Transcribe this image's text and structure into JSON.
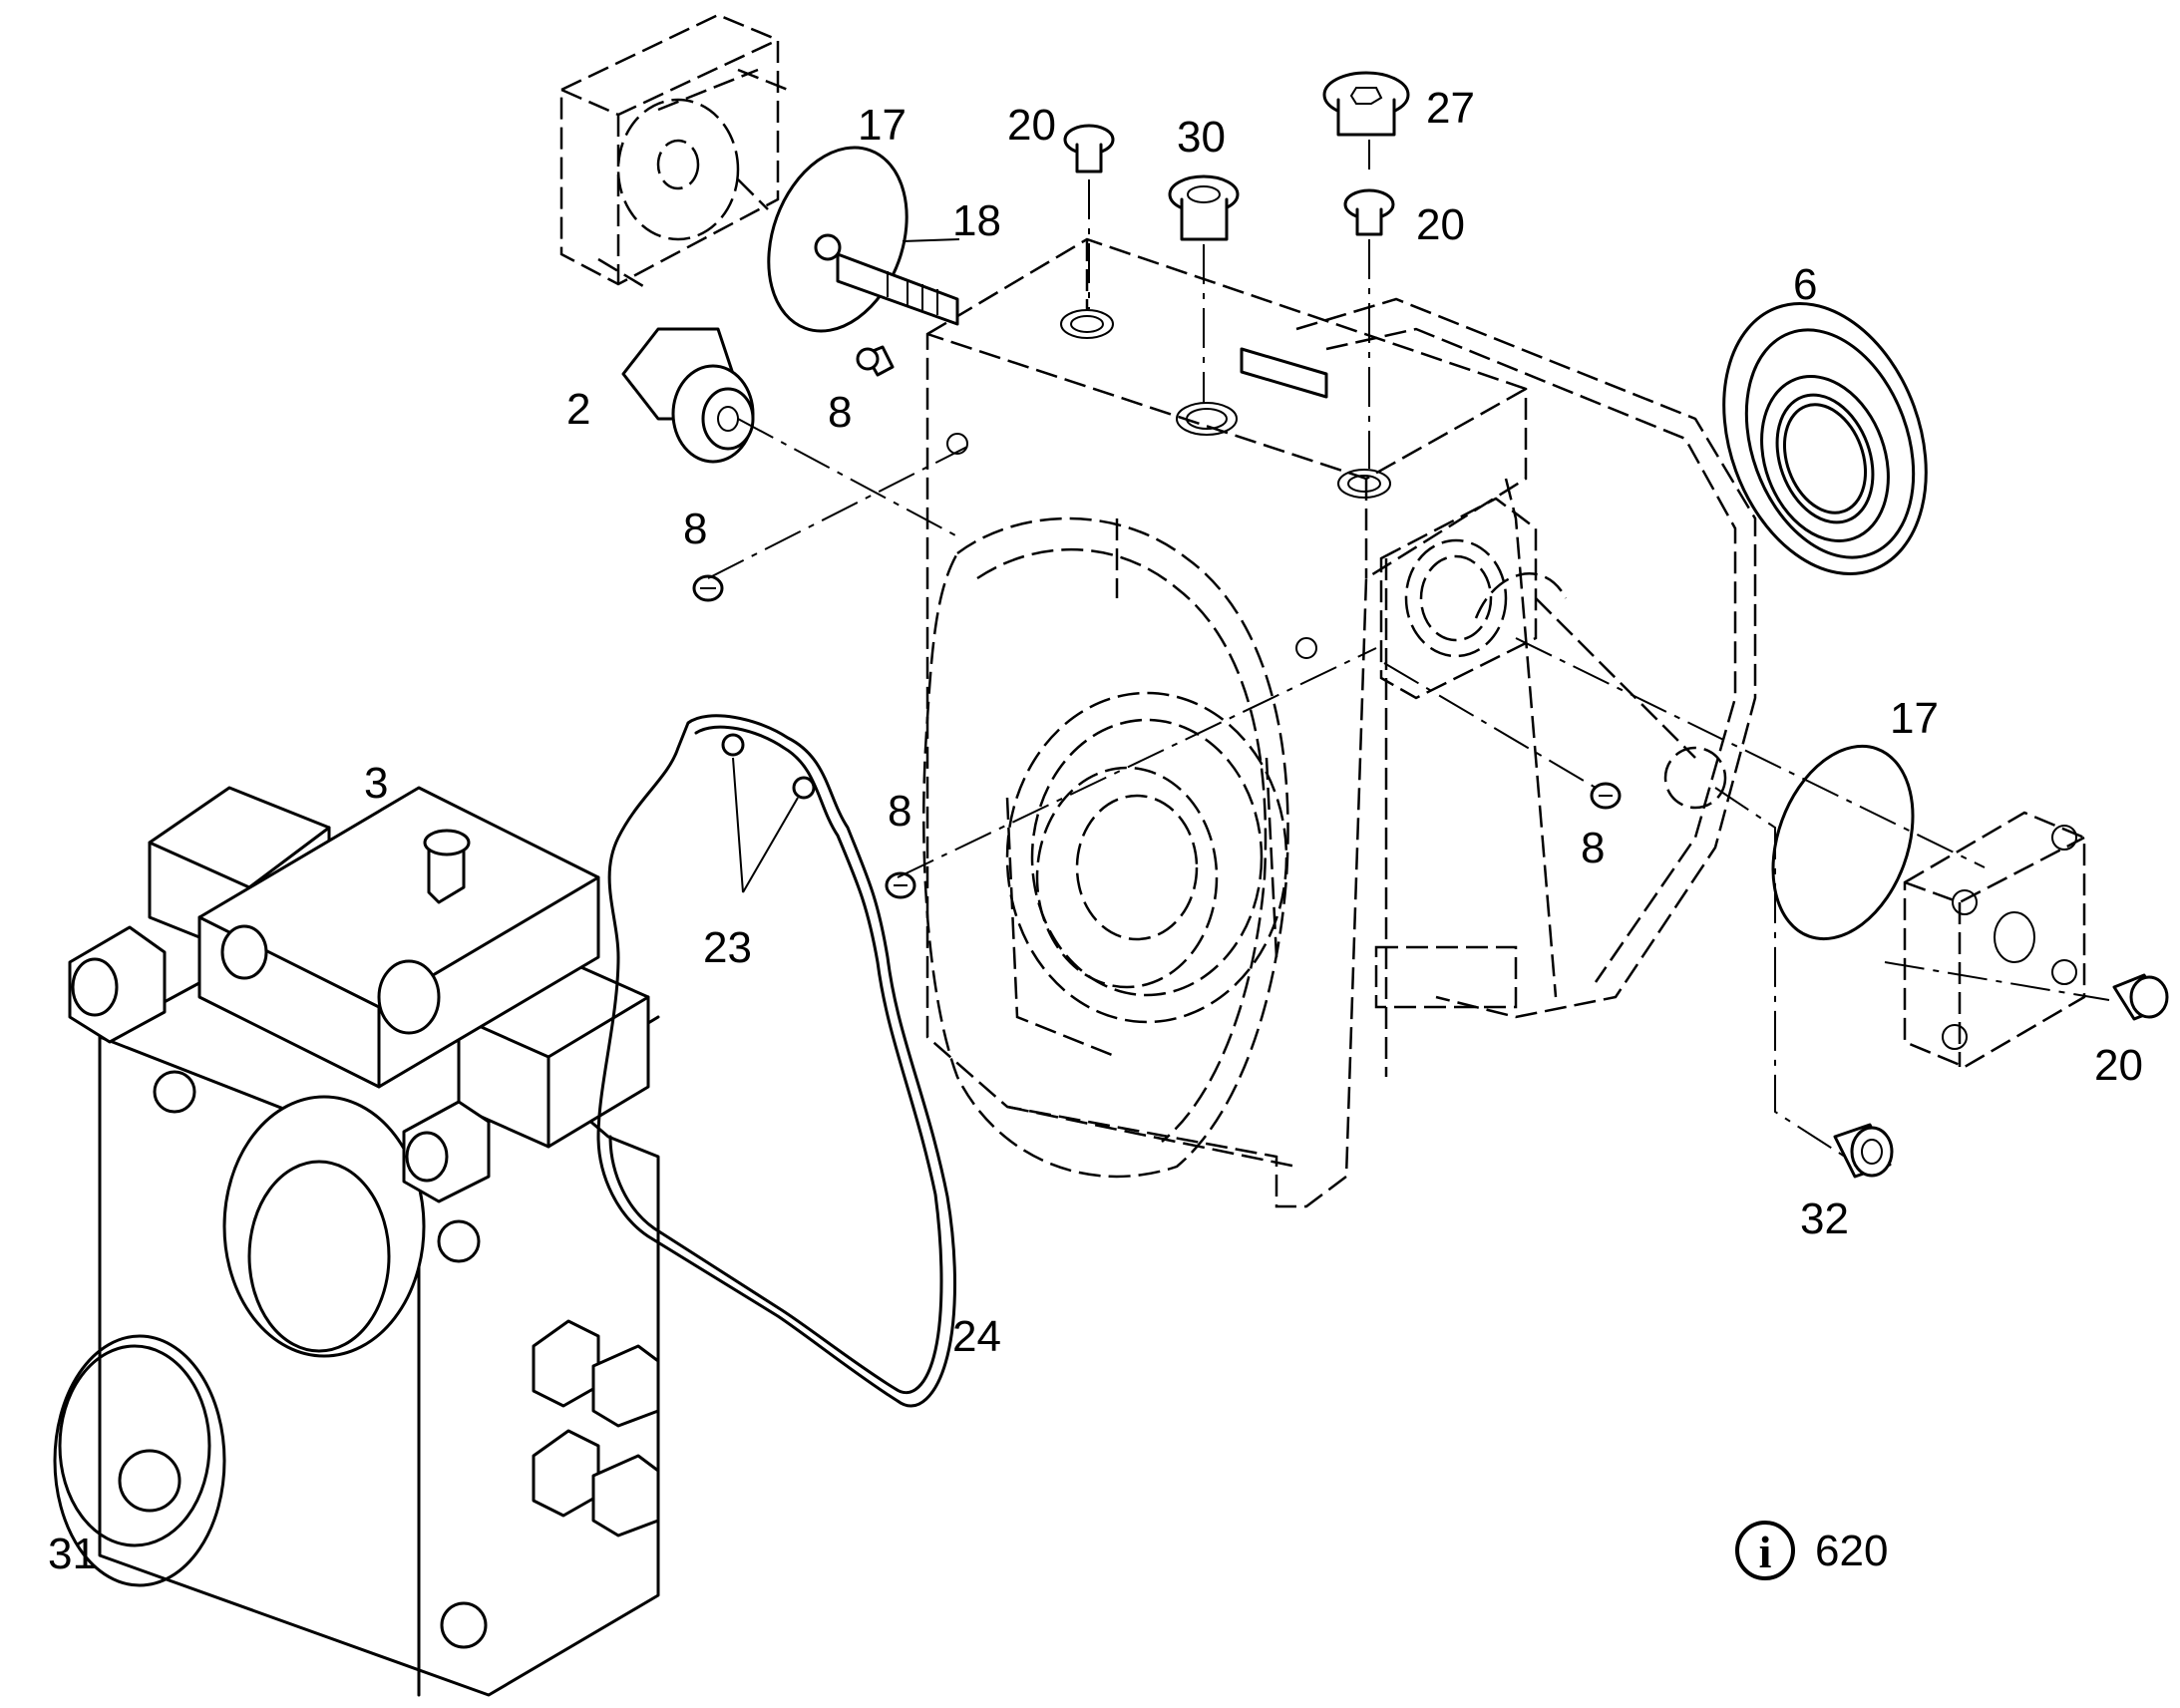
{
  "callouts": {
    "c17_top": "17",
    "c20_top_left": "20",
    "c30": "30",
    "c27": "27",
    "c20_top_right": "20",
    "c18": "18",
    "c6": "6",
    "c2": "2",
    "c8_upper": "8",
    "c8_left": "8",
    "c3": "3",
    "c8_mid": "8",
    "c23": "23",
    "c8_right": "8",
    "c17_right": "17",
    "c20_right": "20",
    "c32": "32",
    "c24": "24",
    "c31": "31"
  },
  "info_badge": {
    "symbol": "i",
    "number": "620"
  }
}
